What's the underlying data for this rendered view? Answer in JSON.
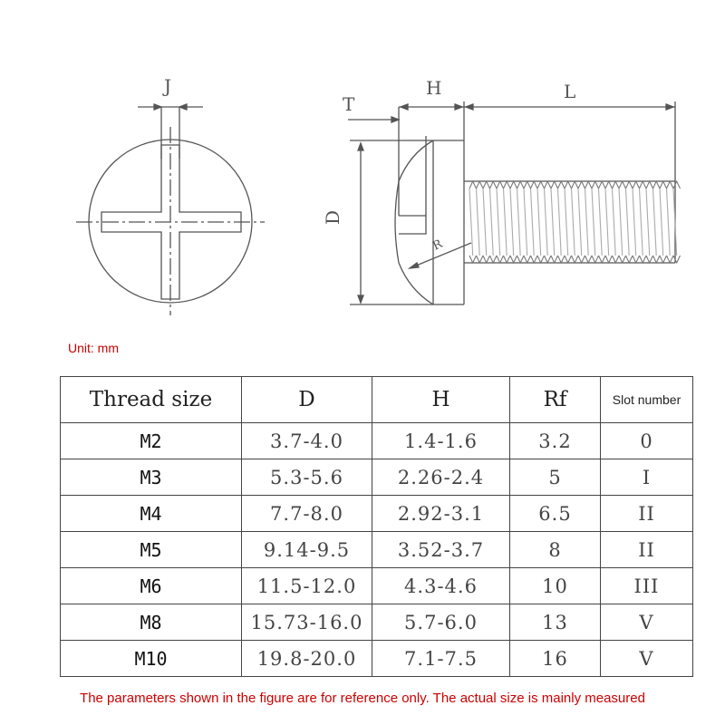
{
  "drawing": {
    "labels": {
      "j": "J",
      "t": "T",
      "h": "H",
      "l": "L",
      "d": "D",
      "r": "R"
    }
  },
  "unit_label": "Unit: mm",
  "table": {
    "headers": [
      "Thread size",
      "D",
      "H",
      "Rf",
      "Slot number"
    ],
    "rows": [
      [
        "M2",
        "3.7-4.0",
        "1.4-1.6",
        "3.2",
        "0"
      ],
      [
        "M3",
        "5.3-5.6",
        "2.26-2.4",
        "5",
        "I"
      ],
      [
        "M4",
        "7.7-8.0",
        "2.92-3.1",
        "6.5",
        "II"
      ],
      [
        "M5",
        "9.14-9.5",
        "3.52-3.7",
        "8",
        "II"
      ],
      [
        "M6",
        "11.5-12.0",
        "4.3-4.6",
        "10",
        "III"
      ],
      [
        "M8",
        "15.73-16.0",
        "5.7-6.0",
        "13",
        "V"
      ],
      [
        "M10",
        "19.8-20.0",
        "7.1-7.5",
        "16",
        "V"
      ]
    ]
  },
  "footnote": "The parameters shown in the figure are for reference only. The actual size is mainly measured"
}
